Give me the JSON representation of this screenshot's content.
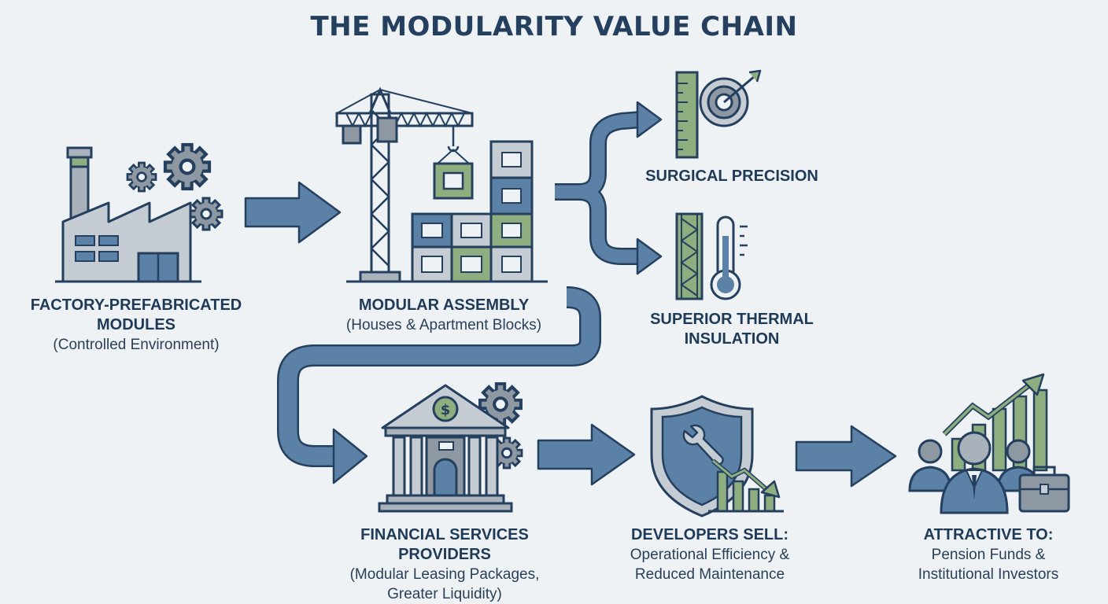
{
  "title": "THE MODULARITY VALUE CHAIN",
  "nodes": {
    "factory": {
      "head_line1": "FACTORY-PREFABRICATED",
      "head_line2": "MODULES",
      "sub_line1": "(Controlled Environment)"
    },
    "assembly": {
      "head_line1": "MODULAR ASSEMBLY",
      "sub_line1": "(Houses & Apartment Blocks)"
    },
    "precision": {
      "head_line1": "SURGICAL PRECISION"
    },
    "thermal": {
      "head_line1": "SUPERIOR THERMAL",
      "head_line2": "INSULATION"
    },
    "finance": {
      "head_line1": "FINANCIAL SERVICES",
      "head_line2": "PROVIDERS",
      "sub_line1": "(Modular Leasing Packages,",
      "sub_line2": "Greater Liquidity)"
    },
    "developers": {
      "head_line1": "DEVELOPERS SELL:",
      "sub_line1": "Operational Efficiency &",
      "sub_line2": "Reduced Maintenance"
    },
    "investors": {
      "head_line1": "ATTRACTIVE TO:",
      "sub_line1": "Pension Funds &",
      "sub_line2": "Institutional Investors"
    }
  },
  "colors": {
    "navy": "#24405e",
    "arrow_blue": "#5b82a6",
    "green": "#8fae7f",
    "grey": "#a9b2bb",
    "background": "#eef2f5"
  },
  "icons": [
    "factory-icon",
    "crane-icon",
    "ruler-icon",
    "target-icon",
    "insulation-wall-icon",
    "thermometer-icon",
    "bank-icon",
    "shield-wrench-icon",
    "decline-chart-icon",
    "investors-icon",
    "growth-chart-icon",
    "briefcase-icon"
  ]
}
